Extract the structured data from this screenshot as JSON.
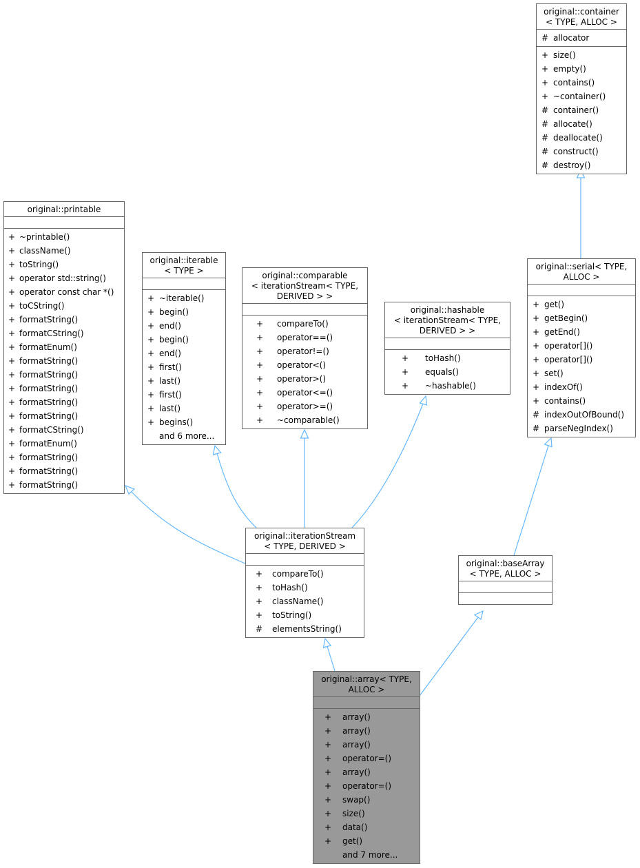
{
  "classes": {
    "container": {
      "title": [
        "original::container",
        "< TYPE, ALLOC >"
      ],
      "attributes": [
        {
          "vis": "#",
          "name": "allocator"
        }
      ],
      "operations": [
        {
          "vis": "+",
          "name": "size()"
        },
        {
          "vis": "+",
          "name": "empty()"
        },
        {
          "vis": "+",
          "name": "contains()"
        },
        {
          "vis": "+",
          "name": "~container()"
        },
        {
          "vis": "#",
          "name": "container()"
        },
        {
          "vis": "#",
          "name": "allocate()"
        },
        {
          "vis": "#",
          "name": "deallocate()"
        },
        {
          "vis": "#",
          "name": "construct()"
        },
        {
          "vis": "#",
          "name": "destroy()"
        }
      ]
    },
    "printable": {
      "title": [
        "original::printable"
      ],
      "attributes": [],
      "operations": [
        {
          "vis": "+",
          "name": "~printable()"
        },
        {
          "vis": "+",
          "name": "className()"
        },
        {
          "vis": "+",
          "name": "toString()"
        },
        {
          "vis": "+",
          "name": "operator std::string()"
        },
        {
          "vis": "+",
          "name": "operator const char *()"
        },
        {
          "vis": "+",
          "name": "toCString()"
        },
        {
          "vis": "+",
          "name": "formatString()"
        },
        {
          "vis": "+",
          "name": "formatCString()"
        },
        {
          "vis": "+",
          "name": "formatEnum()"
        },
        {
          "vis": "+",
          "name": "formatString()"
        },
        {
          "vis": "+",
          "name": "formatString()"
        },
        {
          "vis": "+",
          "name": "formatString()"
        },
        {
          "vis": "+",
          "name": "formatString()"
        },
        {
          "vis": "+",
          "name": "formatString()"
        },
        {
          "vis": "+",
          "name": "formatCString()"
        },
        {
          "vis": "+",
          "name": "formatEnum()"
        },
        {
          "vis": "+",
          "name": "formatString()"
        },
        {
          "vis": "+",
          "name": "formatString()"
        },
        {
          "vis": "+",
          "name": "formatString()"
        }
      ]
    },
    "iterable": {
      "title": [
        "original::iterable",
        "< TYPE >"
      ],
      "attributes": [],
      "operations": [
        {
          "vis": "+",
          "name": "~iterable()"
        },
        {
          "vis": "+",
          "name": "begin()"
        },
        {
          "vis": "+",
          "name": "end()"
        },
        {
          "vis": "+",
          "name": "begin()"
        },
        {
          "vis": "+",
          "name": "end()"
        },
        {
          "vis": "+",
          "name": "first()"
        },
        {
          "vis": "+",
          "name": "last()"
        },
        {
          "vis": "+",
          "name": "first()"
        },
        {
          "vis": "+",
          "name": "last()"
        },
        {
          "vis": "+",
          "name": "begins()"
        },
        {
          "vis": "",
          "name": "and 6 more..."
        }
      ]
    },
    "comparable": {
      "title": [
        "original::comparable",
        "< iterationStream< TYPE,",
        "DERIVED > >"
      ],
      "attributes": [],
      "operations": [
        {
          "vis": "+",
          "name": "compareTo()"
        },
        {
          "vis": "+",
          "name": "operator==()"
        },
        {
          "vis": "+",
          "name": "operator!=()"
        },
        {
          "vis": "+",
          "name": "operator<()"
        },
        {
          "vis": "+",
          "name": "operator>()"
        },
        {
          "vis": "+",
          "name": "operator<=()"
        },
        {
          "vis": "+",
          "name": "operator>=()"
        },
        {
          "vis": "+",
          "name": "~comparable()"
        }
      ]
    },
    "hashable": {
      "title": [
        "original::hashable",
        "< iterationStream< TYPE,",
        "DERIVED > >"
      ],
      "attributes": [],
      "operations": [
        {
          "vis": "+",
          "name": "toHash()"
        },
        {
          "vis": "+",
          "name": "equals()"
        },
        {
          "vis": "+",
          "name": "~hashable()"
        }
      ]
    },
    "serial": {
      "title": [
        "original::serial< TYPE,",
        "ALLOC >"
      ],
      "attributes": [],
      "operations": [
        {
          "vis": "+",
          "name": "get()"
        },
        {
          "vis": "+",
          "name": "getBegin()"
        },
        {
          "vis": "+",
          "name": "getEnd()"
        },
        {
          "vis": "+",
          "name": "operator[]()"
        },
        {
          "vis": "+",
          "name": "operator[]()"
        },
        {
          "vis": "+",
          "name": "set()"
        },
        {
          "vis": "+",
          "name": "indexOf()"
        },
        {
          "vis": "+",
          "name": "contains()"
        },
        {
          "vis": "#",
          "name": "indexOutOfBound()"
        },
        {
          "vis": "#",
          "name": "parseNegIndex()"
        }
      ]
    },
    "iterationStream": {
      "title": [
        "original::iterationStream",
        "< TYPE, DERIVED >"
      ],
      "attributes": [],
      "operations": [
        {
          "vis": "+",
          "name": "compareTo()"
        },
        {
          "vis": "+",
          "name": "toHash()"
        },
        {
          "vis": "+",
          "name": "className()"
        },
        {
          "vis": "+",
          "name": "toString()"
        },
        {
          "vis": "#",
          "name": "elementsString()"
        }
      ]
    },
    "baseArray": {
      "title": [
        "original::baseArray",
        "< TYPE, ALLOC >"
      ],
      "attributes": [],
      "operations": []
    },
    "array": {
      "title": [
        "original::array< TYPE,",
        "ALLOC >"
      ],
      "attributes": [],
      "operations": [
        {
          "vis": "+",
          "name": "array()"
        },
        {
          "vis": "+",
          "name": "array()"
        },
        {
          "vis": "+",
          "name": "array()"
        },
        {
          "vis": "+",
          "name": "operator=()"
        },
        {
          "vis": "+",
          "name": "array()"
        },
        {
          "vis": "+",
          "name": "operator=()"
        },
        {
          "vis": "+",
          "name": "swap()"
        },
        {
          "vis": "+",
          "name": "size()"
        },
        {
          "vis": "+",
          "name": "data()"
        },
        {
          "vis": "+",
          "name": "get()"
        },
        {
          "vis": "",
          "name": "and 7 more..."
        }
      ]
    }
  },
  "edges": [
    {
      "from": "serial",
      "to": "container",
      "kind": "inheritance"
    },
    {
      "from": "iterationStream",
      "to": "printable",
      "kind": "inheritance"
    },
    {
      "from": "iterationStream",
      "to": "iterable",
      "kind": "inheritance"
    },
    {
      "from": "iterationStream",
      "to": "comparable",
      "kind": "inheritance"
    },
    {
      "from": "iterationStream",
      "to": "hashable",
      "kind": "inheritance"
    },
    {
      "from": "baseArray",
      "to": "serial",
      "kind": "inheritance"
    },
    {
      "from": "array",
      "to": "iterationStream",
      "kind": "inheritance"
    },
    {
      "from": "array",
      "to": "baseArray",
      "kind": "inheritance"
    }
  ],
  "colors": {
    "edge": "#63b8ff",
    "border": "#666666",
    "highlight_fill": "#999999",
    "node_fill": "#ffffff"
  }
}
